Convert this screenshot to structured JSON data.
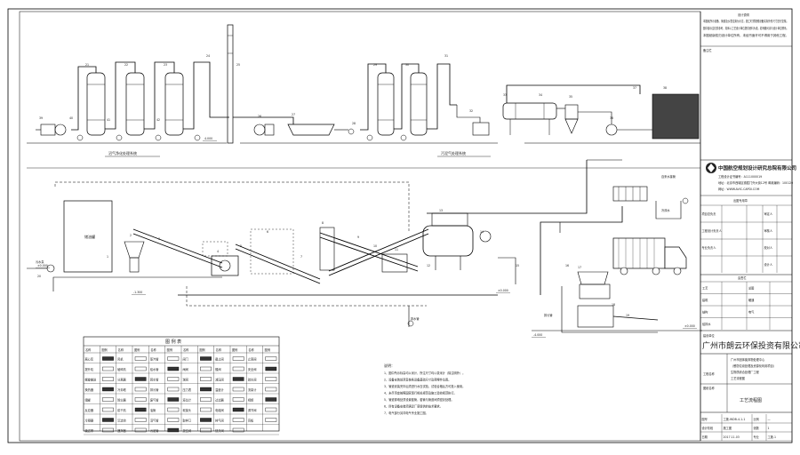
{
  "drawing": {
    "design_notes_title": "设计说明",
    "design_notes_lines": [
      "本图纸所示设备、管道及仪表位置为示意，施工时须按照设备实际外形尺寸进行复核。",
      "图中各标注仅供参考，具体以工艺设计单位提供资料为准，若有疑问请与设计单位联系。",
      "本图纸版权归设计单位所有，未经书面许可不得用于其他工程。"
    ],
    "remark_label": "备注栏",
    "section_label_left": "沼气净化处理系统",
    "section_label_right": "污泥气处理系统",
    "height_marks": [
      "4.000",
      "±0.000",
      "±0.000",
      "-1.300",
      "±0.000",
      "-4.000"
    ],
    "equipment_numbers": [
      "21",
      "22",
      "23",
      "24",
      "25",
      "26",
      "27",
      "28",
      "29",
      "30",
      "31",
      "32",
      "33",
      "34",
      "35",
      "36",
      "37",
      "38",
      "39",
      "40",
      "41",
      "42"
    ],
    "process_numbers": [
      "1",
      "2",
      "3",
      "4",
      "5",
      "6",
      "7",
      "8",
      "9",
      "10",
      "11",
      "12",
      "13",
      "14",
      "15",
      "16",
      "17",
      "18",
      "19",
      "20"
    ],
    "tank_label": "储油罐",
    "side_labels": {
      "right_upper": "自来水接管",
      "right_lower": "冷却水",
      "bottom_left": "排水管",
      "bottom_mid": "排水管",
      "bottom_right": "排污管",
      "pump_left": "污水泵"
    },
    "legend_title": "图 例 表",
    "legend_headers": [
      "名称",
      "图例",
      "名称",
      "图例",
      "名称",
      "图例",
      "名称",
      "图例",
      "名称",
      "图例",
      "名称",
      "图例"
    ],
    "legend_names": [
      [
        "离心泵",
        "风机",
        "蒸汽管",
        "阀门",
        "截止阀",
        "止回阀"
      ],
      [
        "提升机",
        "破碎机",
        "给水管",
        "闸阀",
        "蝶阀",
        "安全阀"
      ],
      [
        "螺旋输送",
        "分离器",
        "回水管",
        "球阀",
        "减压阀",
        "疏水阀"
      ],
      [
        "换热器",
        "冷却塔",
        "排污管",
        "压力表",
        "温度计",
        "流量计"
      ],
      [
        "储罐",
        "除尘器",
        "废气管",
        "液位计",
        "过滤器",
        "视镜"
      ],
      [
        "反应器",
        "烘干机",
        "油管",
        "软接头",
        "电磁阀",
        "调节阀"
      ],
      [
        "冷凝器",
        "沉淀池",
        "沼气管",
        "取样口",
        "排气阀",
        "盲板"
      ],
      [
        "输送带",
        "搅拌器",
        "污泥管",
        "放空阀",
        "快开阀",
        ""
      ]
    ],
    "notes_title": "说明：",
    "notes_lines": [
      "1、图中所示标高均以米计，所注尺寸均以毫米计（除注明外）。",
      "2、设备安装前须复核各设备基础尺寸及预埋件位置。",
      "3、管道安装完毕后须进行水压试验，试验合格后方可投入使用。",
      "4、未尽事宜按照国家现行相关规范及施工验收规范执行。",
      "5、管道穿墙处须设置套管，套管与管道间须密封处理。",
      "6、所有设备安装须满足厂家提供的技术要求。",
      "7、电气部分另详电气专业施工图。"
    ]
  },
  "title_block": {
    "org_name": "中国航空规划设计研究总院有限公司",
    "cert_line": "工程设计证书编号：A111000019",
    "address_line": "地址：北京市西城区德胜门外大街12号  邮政编码：100120",
    "web_line": "网址：WWW.AVIC-CAPDI.COM",
    "stamp_label": "出图专用章",
    "sig_rows": [
      [
        "项目总负责",
        "",
        "",
        "审定人",
        ""
      ],
      [
        "工程设计负责人",
        "",
        "",
        "审核人",
        ""
      ],
      [
        "专业负责人",
        "",
        "",
        "校对人",
        ""
      ],
      [
        "",
        "",
        "",
        "设计人",
        ""
      ]
    ],
    "cosign_title": "会签栏",
    "cosign_rows": [
      [
        "工艺",
        "",
        "总图",
        ""
      ],
      [
        "建筑",
        "",
        "暖通",
        ""
      ],
      [
        "结构",
        "",
        "电气",
        ""
      ],
      [
        "给排水",
        "",
        "",
        ""
      ]
    ],
    "client_label": "建设单位",
    "client_name": "广州市朗云环保投资有限公司",
    "project_label": "工程名称",
    "project_name_lines": [
      "广州市固体废弃物处理中心",
      "（餐厨垃圾处理及资源化利用项目）",
      "生物质综合处理厂工程",
      "工艺流程图"
    ],
    "drawing_label": "图纸名称",
    "drawing_name": "工艺流程图",
    "info_rows": [
      [
        "图号",
        "工施-WDB-4-1-1",
        "比例",
        "—"
      ],
      [
        "设计阶段",
        "施工图",
        "张数",
        "1"
      ],
      [
        "日期",
        "2017.11.03",
        "专业",
        "工施-1"
      ]
    ]
  }
}
